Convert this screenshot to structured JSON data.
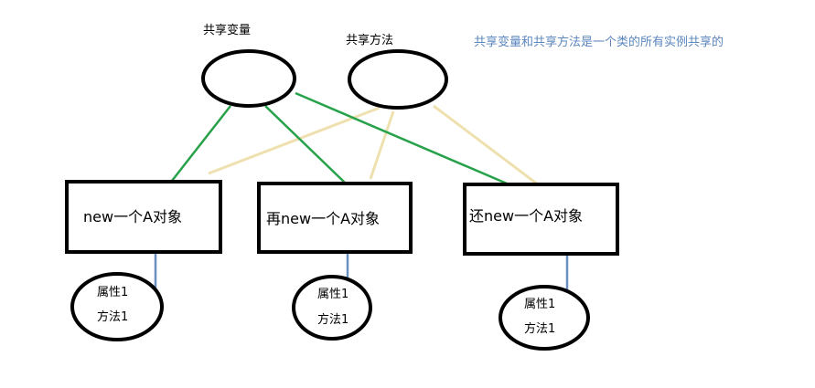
{
  "note": "共享变量和共享方法是一个类的所有实例共享的",
  "shared": {
    "variable_label": "共享变量",
    "method_label": "共享方法"
  },
  "objects": [
    {
      "title": "new一个A对象",
      "attr": "属性1",
      "method": "方法1"
    },
    {
      "title": "再new一个A对象",
      "attr": "属性1",
      "method": "方法1"
    },
    {
      "title": "还new一个A对象",
      "attr": "属性1",
      "method": "方法1"
    }
  ],
  "colors": {
    "outline": "#000000",
    "variable_link": "#27a24a",
    "method_link": "#efe0b0",
    "instance_link": "#6b8fbf",
    "note_text": "#5b86be"
  }
}
